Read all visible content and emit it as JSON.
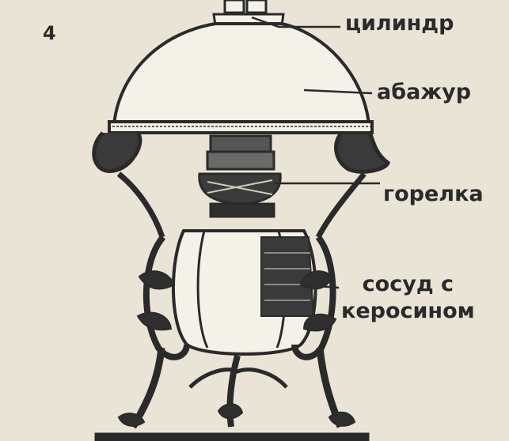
{
  "figure": {
    "number": "4",
    "labels": {
      "cylinder": "цилиндр",
      "shade": "абажур",
      "burner": "горелка",
      "vessel_line1": "сосуд с",
      "vessel_line2": "керосином"
    }
  },
  "colors": {
    "paper": "#e9e4d6",
    "ink": "#2a2a2a",
    "shade_fill": "#f4f1e8"
  }
}
